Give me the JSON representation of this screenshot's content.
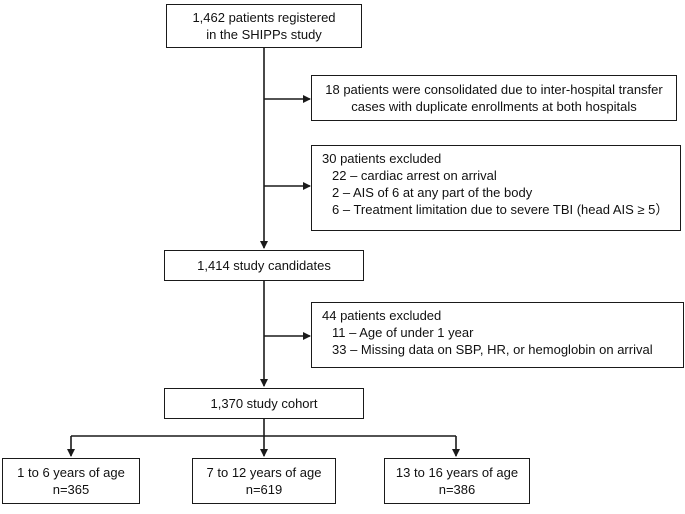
{
  "registered": {
    "line1": "1,462 patients registered",
    "line2": "in the SHIPPs study"
  },
  "consolidated": {
    "line1": "18 patients were consolidated due to inter-hospital transfer",
    "line2": "cases with duplicate enrollments at both hospitals"
  },
  "exclusion1": {
    "heading": "30 patients excluded",
    "items": [
      "22 – cardiac arrest on arrival",
      "2 – AIS of 6 at any part of the body",
      "6 – Treatment limitation due to severe TBI (head AIS ≥ 5）"
    ]
  },
  "candidates": {
    "label": "1,414 study candidates"
  },
  "exclusion2": {
    "heading": "44 patients excluded",
    "items": [
      "11 – Age of under 1 year",
      "33 – Missing data on SBP, HR, or hemoglobin on arrival"
    ]
  },
  "cohort": {
    "label": "1,370 study cohort"
  },
  "groups": [
    {
      "label": "1 to 6 years of age",
      "n": "n=365"
    },
    {
      "label": "7 to 12 years of age",
      "n": "n=619"
    },
    {
      "label": "13 to 16 years of age",
      "n": "n=386"
    }
  ]
}
